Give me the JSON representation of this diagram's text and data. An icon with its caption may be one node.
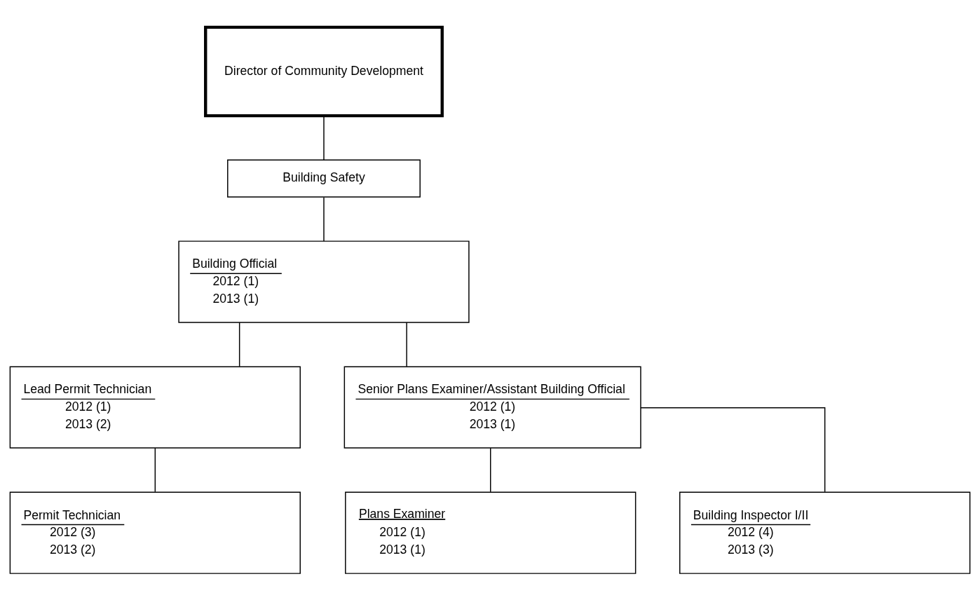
{
  "diagram": {
    "nodes": [
      {
        "text": [
          "Director of Community Development"
        ]
      },
      {
        "text": [
          "Building Safety"
        ]
      },
      {
        "text": [
          "Building Official",
          "2012 (1)",
          "2013 (1)"
        ]
      },
      {
        "text": [
          "Lead Permit Technician",
          "2012 (1)",
          "2013 (2)"
        ]
      },
      {
        "text": [
          "Senior Plans Examiner/Assistant Building Official",
          "2012 (1)",
          "2013 (1)"
        ]
      },
      {
        "text": [
          "Permit Technician",
          "2012 (3)",
          "2013 (2)"
        ]
      },
      {
        "text": [
          "Plans Examiner",
          "2012 (1)",
          "2013 (1)"
        ]
      },
      {
        "text": [
          "Building Inspector I/II",
          "2012 (4)",
          "2013 (3)"
        ]
      }
    ],
    "edges": [
      {
        "from": 0,
        "to": 1,
        "arrow": "none"
      },
      {
        "from": 1,
        "to": 2,
        "arrow": "none"
      },
      {
        "from": 2,
        "to": 3,
        "arrow": "none"
      },
      {
        "from": 2,
        "to": 4,
        "arrow": "none"
      },
      {
        "from": 3,
        "to": 5,
        "arrow": "none"
      },
      {
        "from": 4,
        "to": 6,
        "arrow": "none"
      },
      {
        "from": 4,
        "to": 7,
        "arrow": "none"
      }
    ]
  }
}
